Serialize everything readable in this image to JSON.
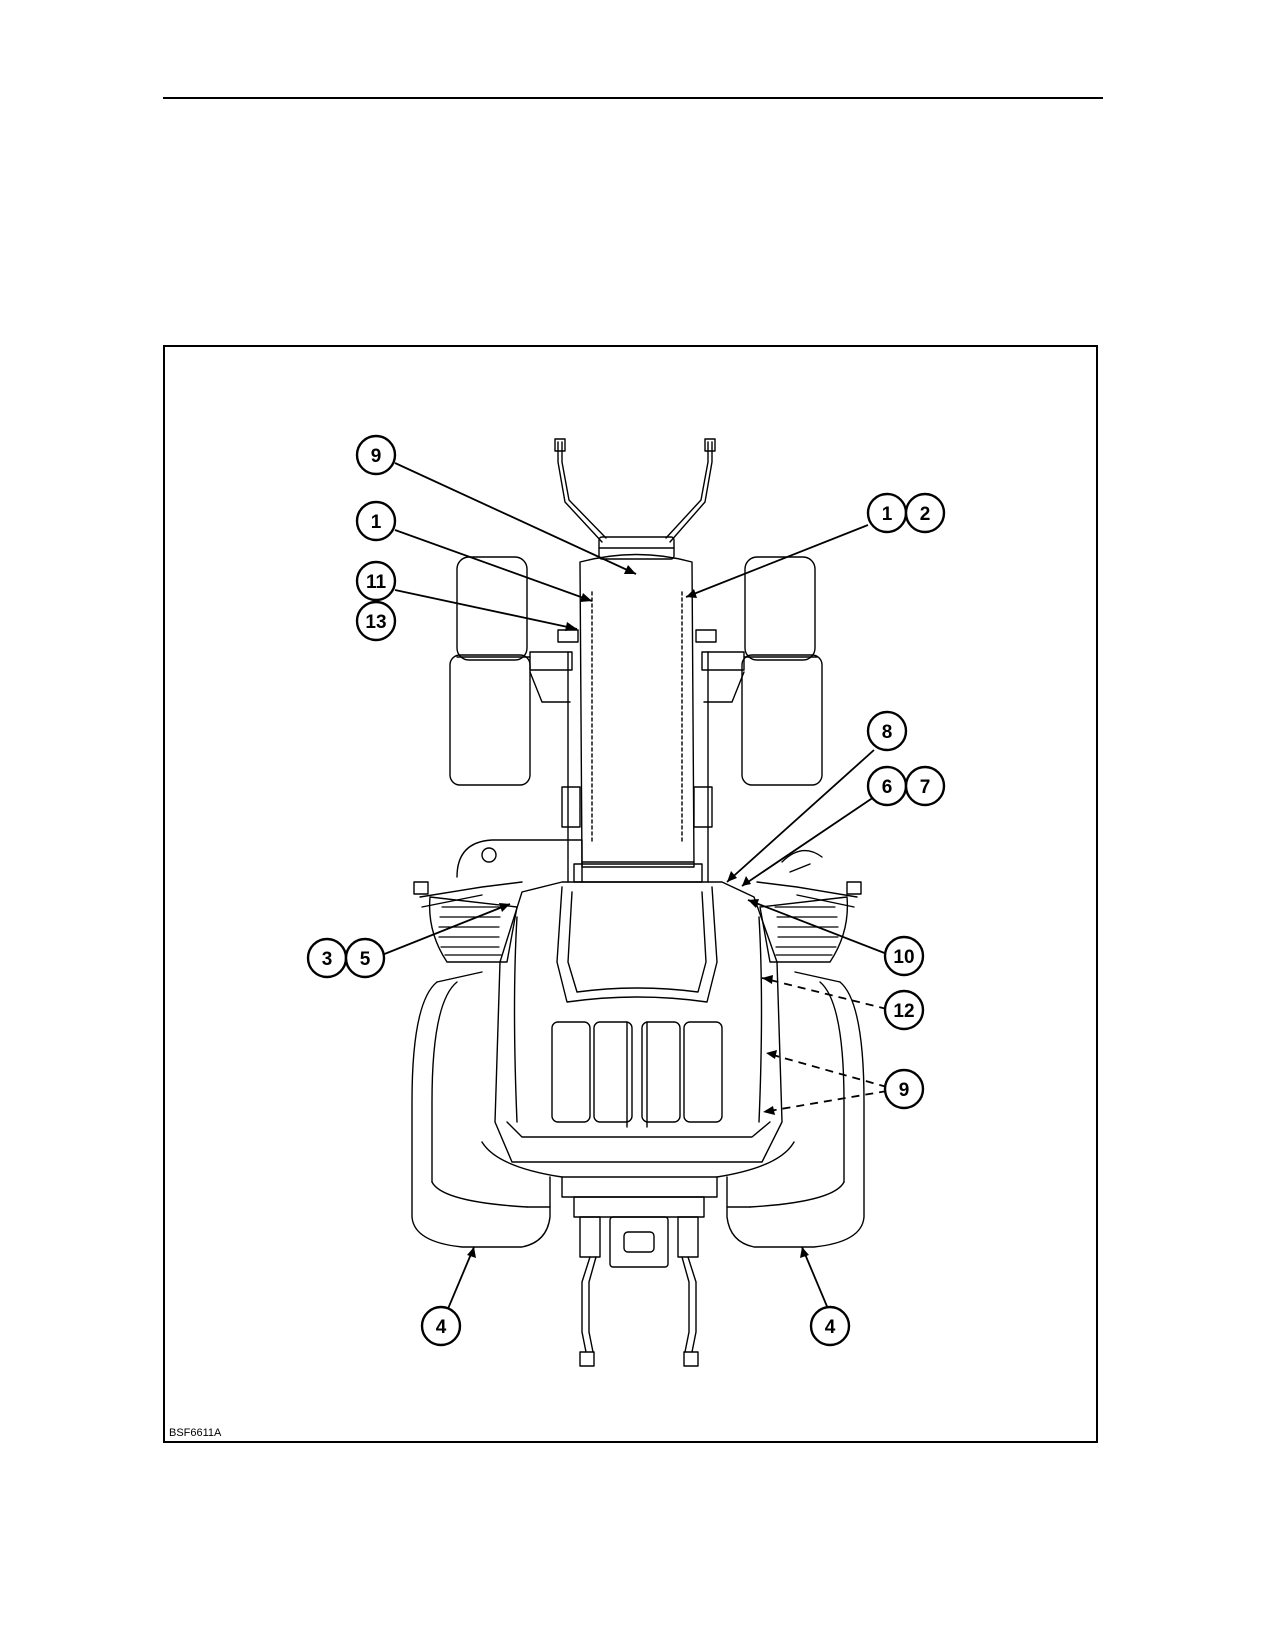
{
  "figure": {
    "id": "BSF6611A"
  },
  "callouts": [
    {
      "label": "9"
    },
    {
      "label": "1"
    },
    {
      "label": "11"
    },
    {
      "label": "13"
    },
    {
      "label": "1"
    },
    {
      "label": "2"
    },
    {
      "label": "8"
    },
    {
      "label": "6"
    },
    {
      "label": "7"
    },
    {
      "label": "3"
    },
    {
      "label": "5"
    },
    {
      "label": "10"
    },
    {
      "label": "12"
    },
    {
      "label": "9"
    },
    {
      "label": "4"
    },
    {
      "label": "4"
    }
  ]
}
